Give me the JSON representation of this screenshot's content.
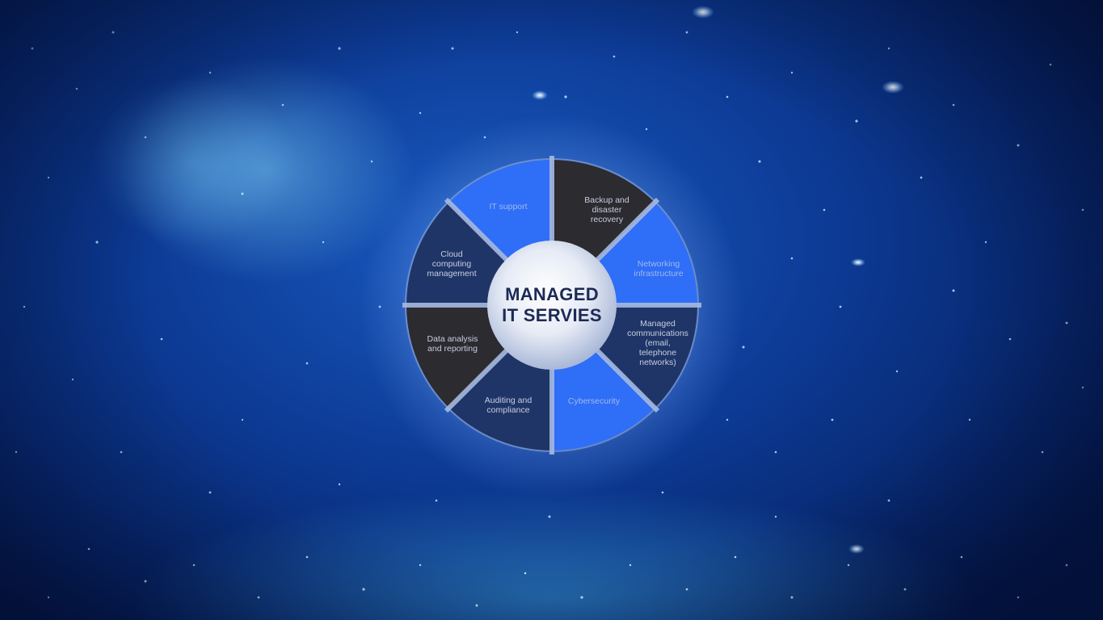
{
  "diagram": {
    "center_title_line1": "MANAGED",
    "center_title_line2": "IT SERVIES",
    "segments": [
      {
        "label": "Backup and\ndisaster\nrecovery",
        "color": "#2b2b30",
        "position": "top-right"
      },
      {
        "label": "Networking\ninfrastructure",
        "color": "#2f6ef6",
        "position": "right-upper"
      },
      {
        "label": "Managed\ncommunications\n(email, telephone\nnetworks)",
        "color": "#1f3567",
        "position": "right-lower"
      },
      {
        "label": "Cybersecurity",
        "color": "#2f6ef6",
        "position": "bottom-right"
      },
      {
        "label": "Auditing and\ncompliance",
        "color": "#1f3567",
        "position": "bottom-left"
      },
      {
        "label": "Data analysis\nand reporting",
        "color": "#2b2b30",
        "position": "left-lower"
      },
      {
        "label": "Cloud\ncomputing\nmanagement",
        "color": "#1f3567",
        "position": "left-upper"
      },
      {
        "label": "IT support",
        "color": "#2f6ef6",
        "position": "top-left"
      }
    ],
    "colors": {
      "bright_blue": "#2f6ef6",
      "navy": "#1f3567",
      "dark": "#2b2b30",
      "center_text": "#1c2a55",
      "separator": "#9fb3dd"
    }
  }
}
